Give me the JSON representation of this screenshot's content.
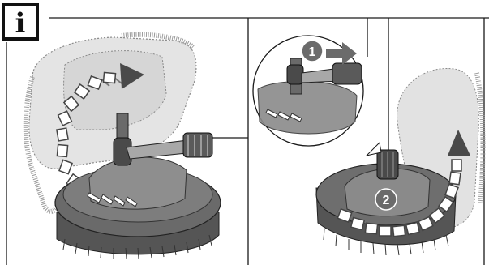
{
  "info_badge": {
    "letter": "i",
    "icon": "info-icon"
  },
  "panels": [
    {
      "id": "left",
      "description_icon": "rotating-brush-head",
      "arrow": "curved-arrow-up-right"
    },
    {
      "id": "right",
      "steps": [
        {
          "number": "1",
          "icon": "pull-lever-arrow"
        },
        {
          "number": "2",
          "icon": "rotate-arrow"
        }
      ]
    }
  ],
  "colors": {
    "line": "#1a1a1a",
    "brush_body": "#5e5e5e",
    "brush_light": "#9a9a9a",
    "ghost": "#cfcfcf",
    "arrow_fill": "#4a4a4a",
    "step_badge": "#6b6b6b"
  }
}
